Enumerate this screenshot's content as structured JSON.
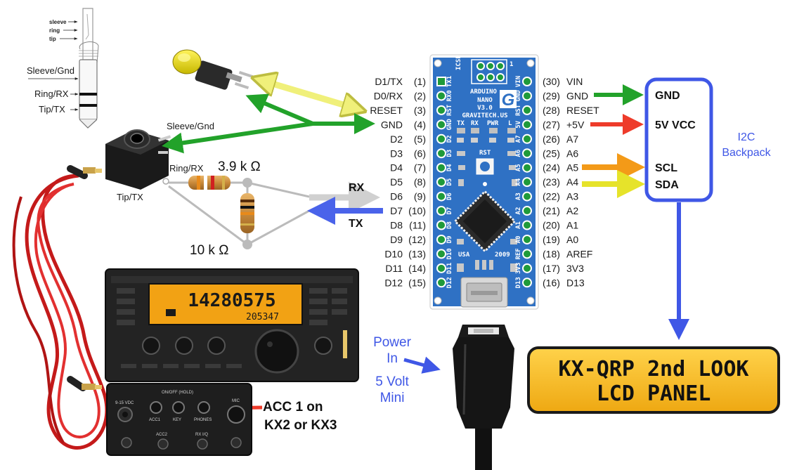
{
  "colors": {
    "gnd_wire": "#22a22a",
    "vcc_wire": "#ee3b2a",
    "scl_wire": "#f39a18",
    "sda_wire": "#e6e32a",
    "tx_wire": "#4a63ea",
    "rx_wire": "#d0d0d0",
    "i2c_outline": "#3f57e6",
    "lcd_fill": "#f2b21a",
    "board": "#2f71c4"
  },
  "plug_labels": {
    "sleeve_small": "sleeve",
    "ring_small": "ring",
    "tip_small": "tip",
    "sleeve": "Sleeve/Gnd",
    "ring": "Ring/RX",
    "tip": "Tip/TX"
  },
  "jack_labels": {
    "sleeve": "Sleeve/Gnd",
    "ring": "Ring/RX",
    "tip": "Tip/TX"
  },
  "resistors": {
    "r1": "3.9 k Ω",
    "r2": "10 k Ω"
  },
  "signals": {
    "rx": "RX",
    "tx": "TX"
  },
  "left_pins": [
    {
      "name": "D1/TX",
      "num": "(1)"
    },
    {
      "name": "D0/RX",
      "num": "(2)"
    },
    {
      "name": "RESET",
      "num": "(3)"
    },
    {
      "name": "GND",
      "num": "(4)"
    },
    {
      "name": "D2",
      "num": "(5)"
    },
    {
      "name": "D3",
      "num": "(6)"
    },
    {
      "name": "D4",
      "num": "(7)"
    },
    {
      "name": "D5",
      "num": "(8)"
    },
    {
      "name": "D6",
      "num": "(9)"
    },
    {
      "name": "D7",
      "num": "(10)"
    },
    {
      "name": "D8",
      "num": "(11)"
    },
    {
      "name": "D9",
      "num": "(12)"
    },
    {
      "name": "D10",
      "num": "(13)"
    },
    {
      "name": "D11",
      "num": "(14)"
    },
    {
      "name": "D12",
      "num": "(15)"
    }
  ],
  "right_pins": [
    {
      "num": "(30)",
      "name": "VIN"
    },
    {
      "num": "(29)",
      "name": "GND"
    },
    {
      "num": "(28)",
      "name": "RESET"
    },
    {
      "num": "(27)",
      "name": "+5V"
    },
    {
      "num": "(26)",
      "name": "A7"
    },
    {
      "num": "(25)",
      "name": "A6"
    },
    {
      "num": "(24)",
      "name": "A5"
    },
    {
      "num": "(23)",
      "name": "A4"
    },
    {
      "num": "(22)",
      "name": "A3"
    },
    {
      "num": "(21)",
      "name": "A2"
    },
    {
      "num": "(20)",
      "name": "A1"
    },
    {
      "num": "(19)",
      "name": "A0"
    },
    {
      "num": "(18)",
      "name": "AREF"
    },
    {
      "num": "(17)",
      "name": "3V3"
    },
    {
      "num": "(16)",
      "name": "D13"
    }
  ],
  "board_silk": {
    "line1": "ARDUINO",
    "line2": "NANO",
    "line3": "V3.0",
    "line4": "GRAVITECH.US",
    "tx": "TX",
    "rx": "RX",
    "pwr": "PWR",
    "l": "L",
    "rst": "RST",
    "usa": "USA",
    "year": "2009",
    "icsp": "ICSP",
    "one": "1",
    "left_col": [
      "TX1",
      "RX0",
      "RST",
      "GND",
      "D2",
      "D3",
      "D4",
      "D5",
      "D6",
      "D7",
      "D8",
      "D9",
      "D10",
      "D11",
      "D12"
    ],
    "right_col": [
      "VIN",
      "GND",
      "RST",
      "5V",
      "A7",
      "A6",
      "A5",
      "A4",
      "A3",
      "A2",
      "A1",
      "A0",
      "REF",
      "3V3",
      "D13"
    ]
  },
  "i2c": {
    "gnd": "GND",
    "vcc": "5V VCC",
    "scl": "SCL",
    "sda": "SDA",
    "title1": "I2C",
    "title2": "Backpack"
  },
  "lcd_panel": {
    "line1": "KX-QRP 2nd LOOK",
    "line2": "LCD PANEL"
  },
  "power": {
    "line1": "Power",
    "line2": "In",
    "line3": "5 Volt",
    "line4": "Mini"
  },
  "acc": {
    "line1": "ACC 1 on",
    "line2": "KX2 or KX3"
  },
  "radio": {
    "freq": "14280575",
    "small": "205347"
  },
  "radio_back": {
    "dc": "9-15 VDC",
    "onoff": "ON/OFF (HOLD)",
    "acc1": "ACC1",
    "key": "KEY",
    "phones": "PHONES",
    "mic": "MIC",
    "acc2": "ACC2",
    "rxiq": "RX I/Q"
  }
}
